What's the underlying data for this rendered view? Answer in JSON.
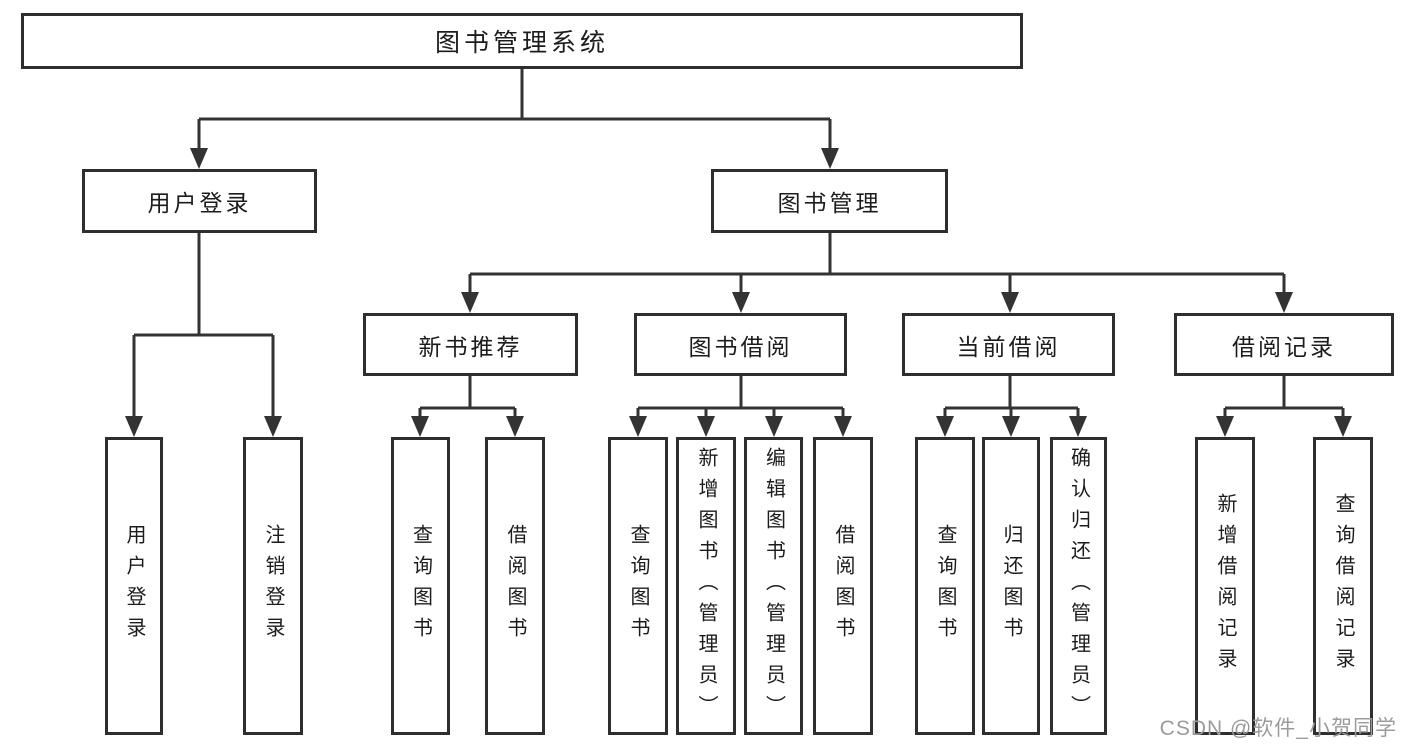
{
  "tree": {
    "label": "图书管理系统",
    "children": [
      {
        "label": "用户登录",
        "children": [
          {
            "label": "用户登录"
          },
          {
            "label": "注销登录"
          }
        ]
      },
      {
        "label": "图书管理",
        "children": [
          {
            "label": "新书推荐",
            "children": [
              {
                "label": "查询图书"
              },
              {
                "label": "借阅图书"
              }
            ]
          },
          {
            "label": "图书借阅",
            "children": [
              {
                "label": "查询图书"
              },
              {
                "label": "新增图书（管理员）"
              },
              {
                "label": "编辑图书（管理员）"
              },
              {
                "label": "借阅图书"
              }
            ]
          },
          {
            "label": "当前借阅",
            "children": [
              {
                "label": "查询图书"
              },
              {
                "label": "归还图书"
              },
              {
                "label": "确认归还（管理员）"
              }
            ]
          },
          {
            "label": "借阅记录",
            "children": [
              {
                "label": "新增借阅记录"
              },
              {
                "label": "查询借阅记录"
              }
            ]
          }
        ]
      }
    ]
  },
  "watermark": {
    "text": "CSDN @软件_小贺同学"
  },
  "colors": {
    "line": "#333333",
    "box_border": "#2e2e2e",
    "text": "#1c1c1c",
    "watermark": "#9b9b9b",
    "background": "#ffffff"
  }
}
